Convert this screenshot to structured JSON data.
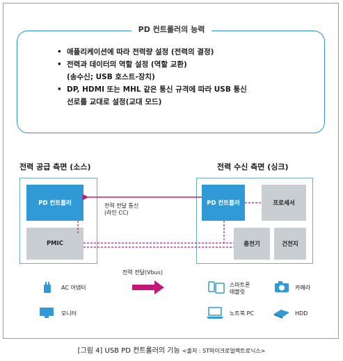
{
  "capabilities": {
    "title": "PD 컨트롤러의 능력",
    "items": [
      {
        "line1": "애플리케이션에 따라 전력량 설정 (전력의 결정)",
        "line2": ""
      },
      {
        "line1": "전력과 데이터의 역할 설정 (역할 교환)",
        "line2": "(송수신; USB 호스트-장치)"
      },
      {
        "line1": "DP, HDMI 또는 MHL 같은 통신 규격에 따라 USB 통신",
        "line2": "선로를 교대로 설정(교대 모드)"
      }
    ]
  },
  "source": {
    "label": "전력 공급 측면 (소스)",
    "pd_controller": "PD 컨트롤러",
    "pmic": "PMIC"
  },
  "sink": {
    "label": "전력 수신 측면 (싱크)",
    "pd_controller": "PD 컨트롤러",
    "processor": "프로세서",
    "charger": "충전기",
    "battery": "건전지"
  },
  "links": {
    "comm_line1": "전력 전달 통신",
    "comm_line2": "(라인 CC)",
    "power_transfer": "전력 전달(Vbus)"
  },
  "devices": {
    "ac_adapter": "AC 어댑터",
    "monitor": "모니터",
    "smartphone_line1": "스마트폰",
    "smartphone_line2": "태블릿",
    "camera": "카메라",
    "laptop": "노트북 PC",
    "hdd": "HDD"
  },
  "caption": {
    "main": "[그림 4] USB PD 컨트롤러의 기능",
    "source": "<출처 : ST마이크로일렉트로닉스>"
  },
  "colors": {
    "accent_blue": "#2f9ad6",
    "line_magenta": "#c2187a",
    "block_gray": "#c9ced3"
  }
}
